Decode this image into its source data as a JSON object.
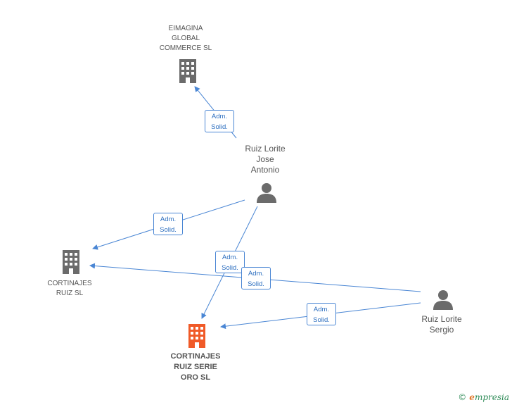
{
  "nodes": {
    "eimagina": {
      "label_lines": [
        "EIMAGINA",
        "GLOBAL",
        "COMMERCE SL"
      ],
      "kind": "company"
    },
    "jose": {
      "label_lines": [
        "Ruiz Lorite",
        "Jose",
        "Antonio"
      ],
      "kind": "person"
    },
    "cortinajes": {
      "label_lines": [
        "CORTINAJES",
        "RUIZ SL"
      ],
      "kind": "company"
    },
    "sergio": {
      "label_lines": [
        "Ruiz Lorite",
        "Sergio"
      ],
      "kind": "person"
    },
    "serie_oro": {
      "label_lines": [
        "CORTINAJES",
        "RUIZ SERIE",
        "ORO SL"
      ],
      "kind": "company-highlight"
    }
  },
  "edges": [
    {
      "from": "jose",
      "to": "eimagina",
      "label_lines": [
        "Adm.",
        "Solid."
      ]
    },
    {
      "from": "jose",
      "to": "cortinajes",
      "label_lines": [
        "Adm.",
        "Solid."
      ]
    },
    {
      "from": "jose",
      "to": "serie_oro",
      "label_lines": [
        "Adm.",
        "Solid."
      ]
    },
    {
      "from": "sergio",
      "to": "cortinajes",
      "label_lines": [
        "Adm.",
        "Solid."
      ]
    },
    {
      "from": "sergio",
      "to": "serie_oro",
      "label_lines": [
        "Adm.",
        "Solid."
      ]
    }
  ],
  "colors": {
    "edge": "#4a86d4",
    "company_icon": "#6b6b6b",
    "highlight_icon": "#f05a28",
    "person_icon": "#6b6b6b"
  },
  "branding": {
    "copyright_symbol": "©",
    "e_letter": "e",
    "rest": "mpresia"
  }
}
